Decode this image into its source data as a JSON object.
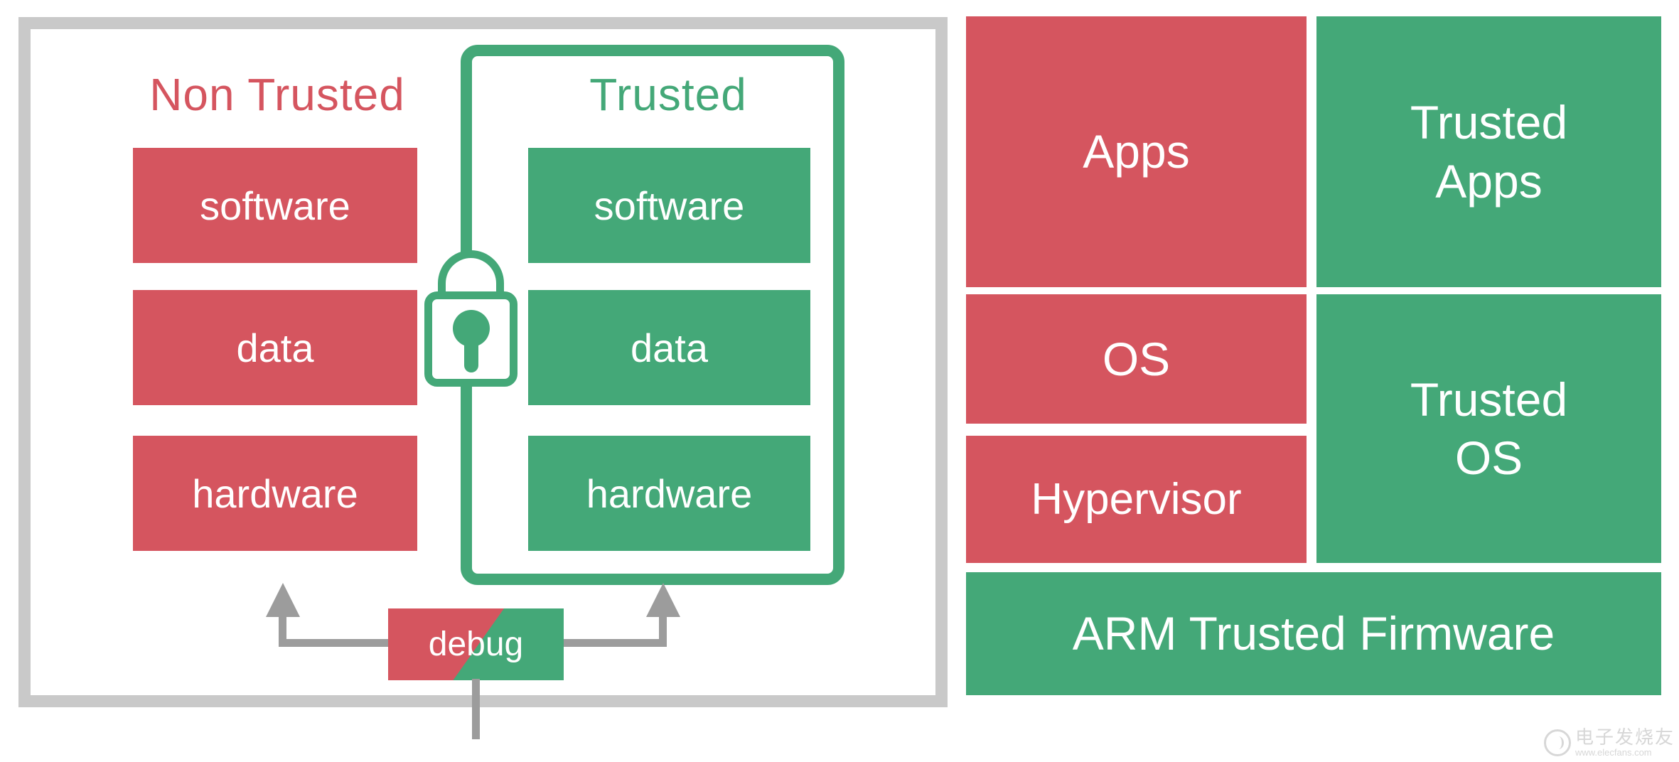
{
  "palette": {
    "red": "#d5555f",
    "green": "#44a878",
    "frame_gray": "#c9c9c9",
    "arrow_gray": "#9c9c9c",
    "label_white": "#ffffff"
  },
  "left_panel": {
    "non_trusted_label": "Non Trusted",
    "trusted_label": "Trusted",
    "non_trusted_boxes": [
      "software",
      "data",
      "hardware"
    ],
    "trusted_boxes": [
      "software",
      "data",
      "hardware"
    ],
    "debug_label": "debug",
    "lock_icon": "padlock-icon"
  },
  "right_panel": {
    "apps": "Apps",
    "trusted_apps": "Trusted Apps",
    "os": "OS",
    "trusted_os": "Trusted OS",
    "hypervisor": "Hypervisor",
    "firmware": "ARM Trusted Firmware"
  },
  "watermark": {
    "brand": "电子发烧友",
    "url": "www.elecfans.com"
  }
}
